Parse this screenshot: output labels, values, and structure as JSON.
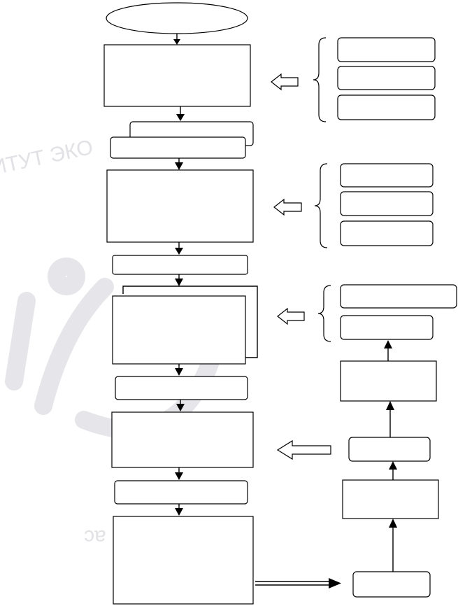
{
  "diagram": {
    "nodes": [
      {
        "id": "start",
        "shape": "ellipse",
        "label": ""
      },
      {
        "id": "step-1",
        "shape": "rect",
        "label": ""
      },
      {
        "id": "doc-1",
        "shape": "stacked-rect",
        "label": ""
      },
      {
        "id": "step-2",
        "shape": "rect",
        "label": ""
      },
      {
        "id": "bar-1",
        "shape": "rounded-rect",
        "label": ""
      },
      {
        "id": "step-3",
        "shape": "stacked-rect",
        "label": ""
      },
      {
        "id": "bar-2",
        "shape": "rounded-rect",
        "label": ""
      },
      {
        "id": "step-4",
        "shape": "rect",
        "label": ""
      },
      {
        "id": "bar-3",
        "shape": "rounded-rect",
        "label": ""
      },
      {
        "id": "step-5",
        "shape": "rect",
        "label": ""
      },
      {
        "id": "group-a-1",
        "shape": "rounded-rect",
        "label": ""
      },
      {
        "id": "group-a-2",
        "shape": "rounded-rect",
        "label": ""
      },
      {
        "id": "group-a-3",
        "shape": "rounded-rect",
        "label": ""
      },
      {
        "id": "group-b-1",
        "shape": "rounded-rect",
        "label": ""
      },
      {
        "id": "group-b-2",
        "shape": "rounded-rect",
        "label": ""
      },
      {
        "id": "group-b-3",
        "shape": "rounded-rect",
        "label": ""
      },
      {
        "id": "group-c-1",
        "shape": "rounded-rect",
        "label": ""
      },
      {
        "id": "group-c-2",
        "shape": "rounded-rect",
        "label": ""
      },
      {
        "id": "right-1",
        "shape": "rect",
        "label": ""
      },
      {
        "id": "right-2",
        "shape": "rounded-rect",
        "label": ""
      },
      {
        "id": "right-3",
        "shape": "rect",
        "label": ""
      },
      {
        "id": "right-4",
        "shape": "rounded-rect",
        "label": ""
      }
    ],
    "edges": [
      {
        "from": "start",
        "to": "step-1"
      },
      {
        "from": "step-1",
        "to": "doc-1"
      },
      {
        "from": "doc-1",
        "to": "step-2"
      },
      {
        "from": "step-2",
        "to": "bar-1"
      },
      {
        "from": "bar-1",
        "to": "step-3"
      },
      {
        "from": "step-3",
        "to": "bar-2"
      },
      {
        "from": "bar-2",
        "to": "step-4"
      },
      {
        "from": "step-4",
        "to": "bar-3"
      },
      {
        "from": "bar-3",
        "to": "step-5"
      },
      {
        "from": "step-5",
        "to": "right-4",
        "style": "double"
      },
      {
        "from": "right-4",
        "to": "right-3"
      },
      {
        "from": "right-3",
        "to": "right-2"
      },
      {
        "from": "right-2",
        "to": "step-4",
        "style": "hollow"
      },
      {
        "from": "right-2",
        "to": "right-1"
      },
      {
        "from": "right-1",
        "to": "group-c-2"
      },
      {
        "from": "group-a",
        "to": "step-1",
        "style": "hollow"
      },
      {
        "from": "group-b",
        "to": "step-2",
        "style": "hollow"
      },
      {
        "from": "group-c",
        "to": "step-3",
        "style": "hollow"
      }
    ]
  },
  "watermark": {
    "text_top": "ИТУТ ЭКО",
    "text_bottom": "ведь и ас"
  },
  "colors": {
    "stroke": "#000000",
    "fill": "#ffffff",
    "watermark": "#e4e4e8"
  }
}
